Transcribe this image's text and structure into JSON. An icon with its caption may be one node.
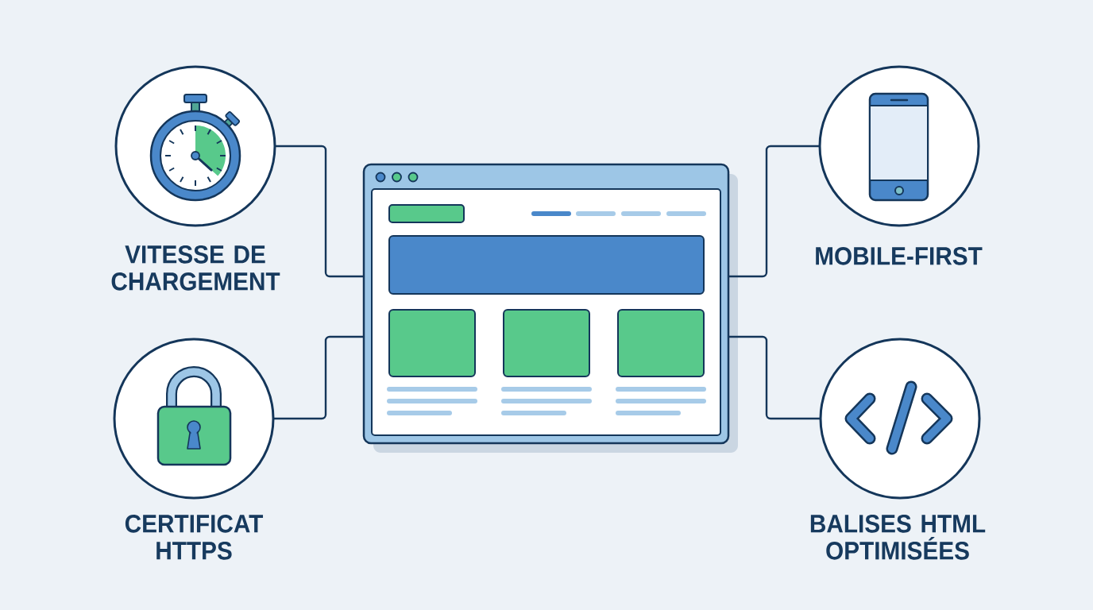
{
  "diagram": {
    "nodes": [
      {
        "text": [
          "VITESSE DE CHARGEMENT"
        ]
      },
      {
        "text": [
          "MOBILE-FIRST"
        ]
      },
      {
        "text": [],
        "shape": "picture"
      },
      {
        "text": [
          "CERTIFICAT HTTPS"
        ]
      },
      {
        "text": [
          "BALISES HTML OPTIMISÉES"
        ]
      }
    ],
    "edges": [
      {
        "from": 0,
        "to": 2,
        "arrow": "none"
      },
      {
        "from": 1,
        "to": 2,
        "arrow": "none"
      },
      {
        "from": 3,
        "to": 2,
        "arrow": "none"
      },
      {
        "from": 4,
        "to": 2,
        "arrow": "none"
      }
    ]
  }
}
